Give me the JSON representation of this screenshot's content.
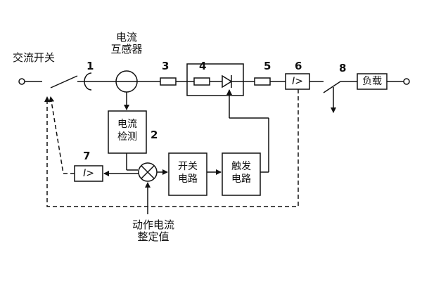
{
  "labels": {
    "ac_switch": "交流开关",
    "ct_line1": "电流",
    "ct_line2": "互感器",
    "detect_line1": "电流",
    "detect_line2": "检测",
    "switch_circuit_line1": "开关",
    "switch_circuit_line2": "电路",
    "trigger_circuit_line1": "触发",
    "trigger_circuit_line2": "电路",
    "setpoint_line1": "动作电流",
    "setpoint_line2": "整定值",
    "load": "负载",
    "relay_symbol": "I>"
  },
  "numbers": {
    "n1": "1",
    "n2": "2",
    "n3": "3",
    "n4": "4",
    "n5": "5",
    "n6": "6",
    "n7": "7",
    "n8": "8"
  }
}
